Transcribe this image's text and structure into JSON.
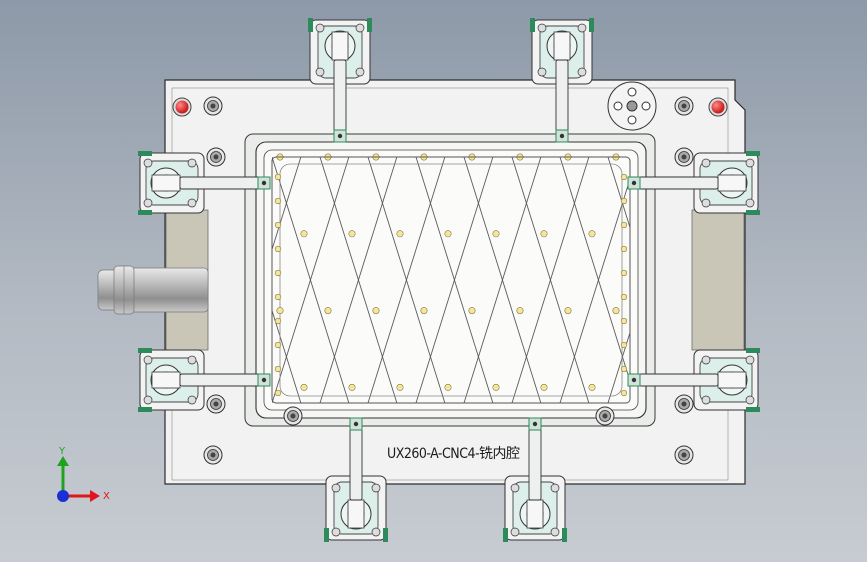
{
  "viewport": {
    "background": [
      "#8d99a8",
      "#c7ccd2"
    ]
  },
  "part": {
    "engraving": "UX260-A-CNC4-铣内腔"
  },
  "triad": {
    "x_label": "X",
    "y_label": "Y",
    "x_color": "#e0161a",
    "y_color": "#1fa31f",
    "z_color": "#1b2fd6"
  },
  "colors": {
    "plate": "#f1f2f1",
    "plate_edge": "#2c2c2c",
    "rail": "#c9c6b8",
    "locator_red": "#e31818",
    "mesh": "#5a5a5a",
    "node": "#f4e6a2",
    "clamp_teal": "#dcefea",
    "clamp_green": "#2d8a5b"
  },
  "icons": [
    "clamp-icon",
    "locator-pin-icon",
    "bolt-icon",
    "hose-fitting-icon",
    "coordinate-triad-icon"
  ]
}
